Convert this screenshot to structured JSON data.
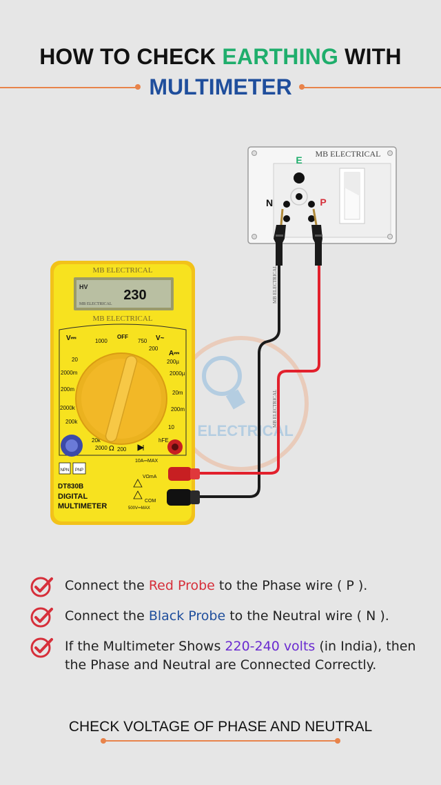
{
  "title": {
    "line1_pre": "HOW TO CHECK ",
    "line1_highlight": "EARTHING",
    "line1_post": " WITH",
    "line2": "MULTIMETER"
  },
  "socket": {
    "brand": "MB ELECTRICAL",
    "label_e": "E",
    "label_n": "N",
    "label_p": "P"
  },
  "multimeter": {
    "brand_top": "MB ELECTRICAL",
    "brand_mid": "MB ELECTRICAL",
    "display_mode": "HV",
    "display_value": "230",
    "display_brand": "MB ELECTRICAL",
    "model": "DT830B",
    "name_line1": "DIGITAL",
    "name_line2": "MULTIMETER",
    "dial_labels": [
      "V⎓",
      "1000",
      "OFF",
      "750",
      "V~",
      "200",
      "A⎓",
      "200µ",
      "2000µ",
      "20m",
      "200m",
      "10",
      "hFE",
      "200",
      "2000",
      "20k",
      "200k",
      "2000k",
      "200m",
      "2000m",
      "20"
    ],
    "port_labels": [
      "10A⎓MAX",
      "VΩmA",
      "COM",
      "500V⎓MAX"
    ],
    "transistor_labels": [
      "NPN",
      "PNP"
    ]
  },
  "watermark": "MB ELECTRICAL",
  "cable_print": "MB ELECTRICAL",
  "steps": [
    {
      "pre": "Connect the ",
      "highlight": "Red Probe",
      "post": " to the Phase wire ( P )."
    },
    {
      "pre": "Connect the ",
      "highlight": "Black Probe",
      "post": " to the Neutral wire ( N )."
    },
    {
      "pre": "If the Multimeter Shows ",
      "highlight": "220-240 volts",
      "post": " (in India), then the Phase and Neutral are Connected Correctly."
    }
  ],
  "footer": "CHECK VOLTAGE OF PHASE AND NEUTRAL",
  "colors": {
    "accent_orange": "#e8834a",
    "green": "#1fae6c",
    "blue": "#1f4e9c",
    "red": "#d62f3a",
    "purple": "#6a2bd0",
    "meter_yellow": "#f7e21f"
  }
}
